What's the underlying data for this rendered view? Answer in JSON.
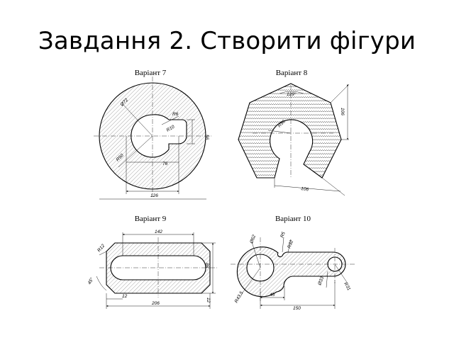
{
  "slide": {
    "title": "Завдання 2. Створити фігури"
  },
  "variants": [
    {
      "label": "Варіант 7",
      "dims": [
        "Ø72",
        "R6",
        "R10",
        "56",
        "R50",
        "76",
        "126"
      ]
    },
    {
      "label": "Варіант 8",
      "dims": [
        "129°",
        "106",
        "R56",
        "106"
      ]
    },
    {
      "label": "Варіант 9",
      "dims": [
        "142",
        "R12",
        "88",
        "45°",
        "12",
        "206",
        "12"
      ]
    },
    {
      "label": "Варіант 10",
      "dims": [
        "Ø62",
        "R5",
        "R32",
        "R43,5",
        "45",
        "150",
        "Ø33",
        "R31"
      ]
    }
  ]
}
